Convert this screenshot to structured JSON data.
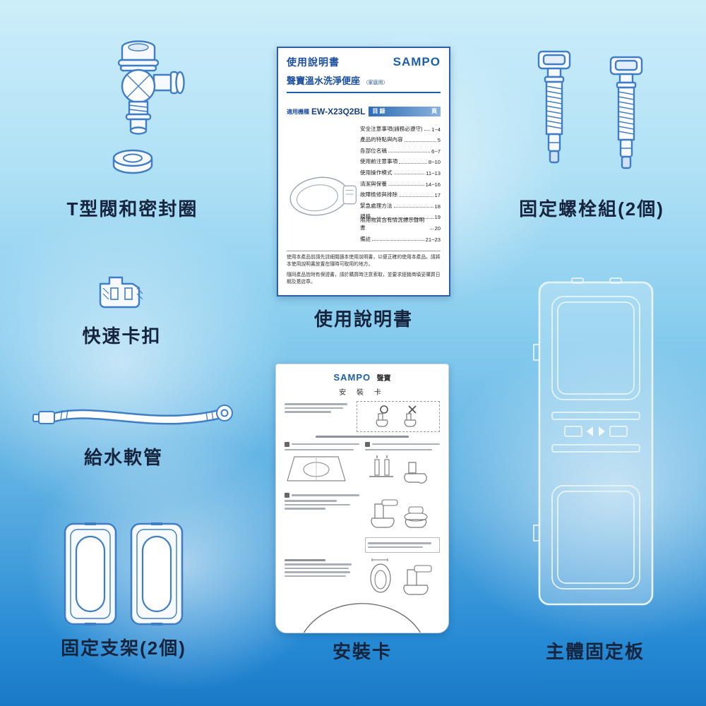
{
  "colors": {
    "brand_blue": "#1b5fa8",
    "part_outline_blue": "#3f7ec4",
    "label_text": "#16243d",
    "background_top": "#cdeef9",
    "background_bottom": "#1a79c6"
  },
  "labels": {
    "t_valve": "T型閥和密封圈",
    "manual": "使用說明書",
    "bolts": "固定螺栓組(2個)",
    "clip": "快速卡扣",
    "hose": "給水軟管",
    "brackets": "固定支架(2個)",
    "install_card": "安裝卡",
    "plate": "主體固定板"
  },
  "manual_cover": {
    "title": "使用說明書",
    "brand": "SAMPO",
    "product": "聲寶溫水洗淨便座",
    "product_note": "（家庭用）",
    "model_label": "適用機種",
    "model": "EW-X23Q2BL",
    "toc_header": "目 錄",
    "toc_page_header": "頁",
    "toc": [
      {
        "t": "安全注意事項(請務必遵守)",
        "p": "1~4"
      },
      {
        "t": "產品的特點與內容",
        "p": "5"
      },
      {
        "t": "各部位名稱",
        "p": "6~7"
      },
      {
        "t": "使用前注意事項",
        "p": "8~10"
      },
      {
        "t": "使用操作模式",
        "p": "11~13"
      },
      {
        "t": "清潔與保養",
        "p": "14~16"
      },
      {
        "t": "故障檢修與排除",
        "p": "17"
      },
      {
        "t": "緊急處理方法",
        "p": "18"
      },
      {
        "t": "規格",
        "p": "19"
      },
      {
        "t": "限用物質含有情況標示聲明書",
        "p": "20"
      },
      {
        "t": "備註",
        "p": "21~23"
      }
    ],
    "note1": "使用本產品前請先詳細閱讀本使用說明書，以便正確的使用本產品。請將本使用說明書放置在隨時可取用的地方。",
    "note2": "隨同產品皆附有保證書，請於購買時注意索取，並要求經銷商填妥購買日期及蓋店章。"
  },
  "install_card": {
    "brand": "SAMPO",
    "brand_zh": "聲寶",
    "title": "安 裝 卡"
  }
}
